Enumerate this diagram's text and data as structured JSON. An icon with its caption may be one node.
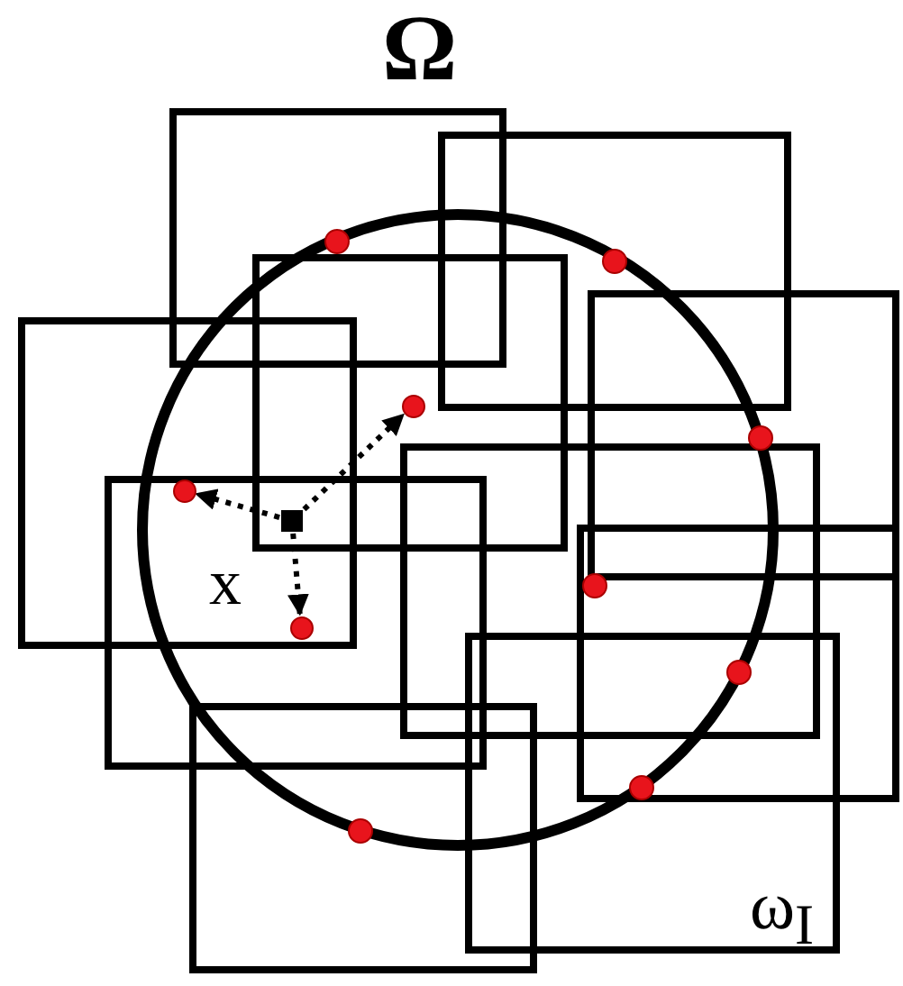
{
  "diagram": {
    "nodes": [
      {
        "text": [],
        "shape": "circle"
      },
      {
        "text": [],
        "shape": "circle"
      },
      {
        "text": [],
        "shape": "box"
      },
      {
        "text": [],
        "shape": "circle"
      }
    ],
    "edges": [
      {
        "from": 2,
        "to": 0,
        "arrow": "to",
        "style": "dashed"
      },
      {
        "from": 2,
        "to": 1,
        "arrow": "to",
        "style": "dashed"
      },
      {
        "from": 2,
        "to": 3,
        "arrow": "to",
        "style": "dashed"
      }
    ],
    "labels": [
      "Ω",
      "x",
      "ω$_{I}$"
    ]
  }
}
